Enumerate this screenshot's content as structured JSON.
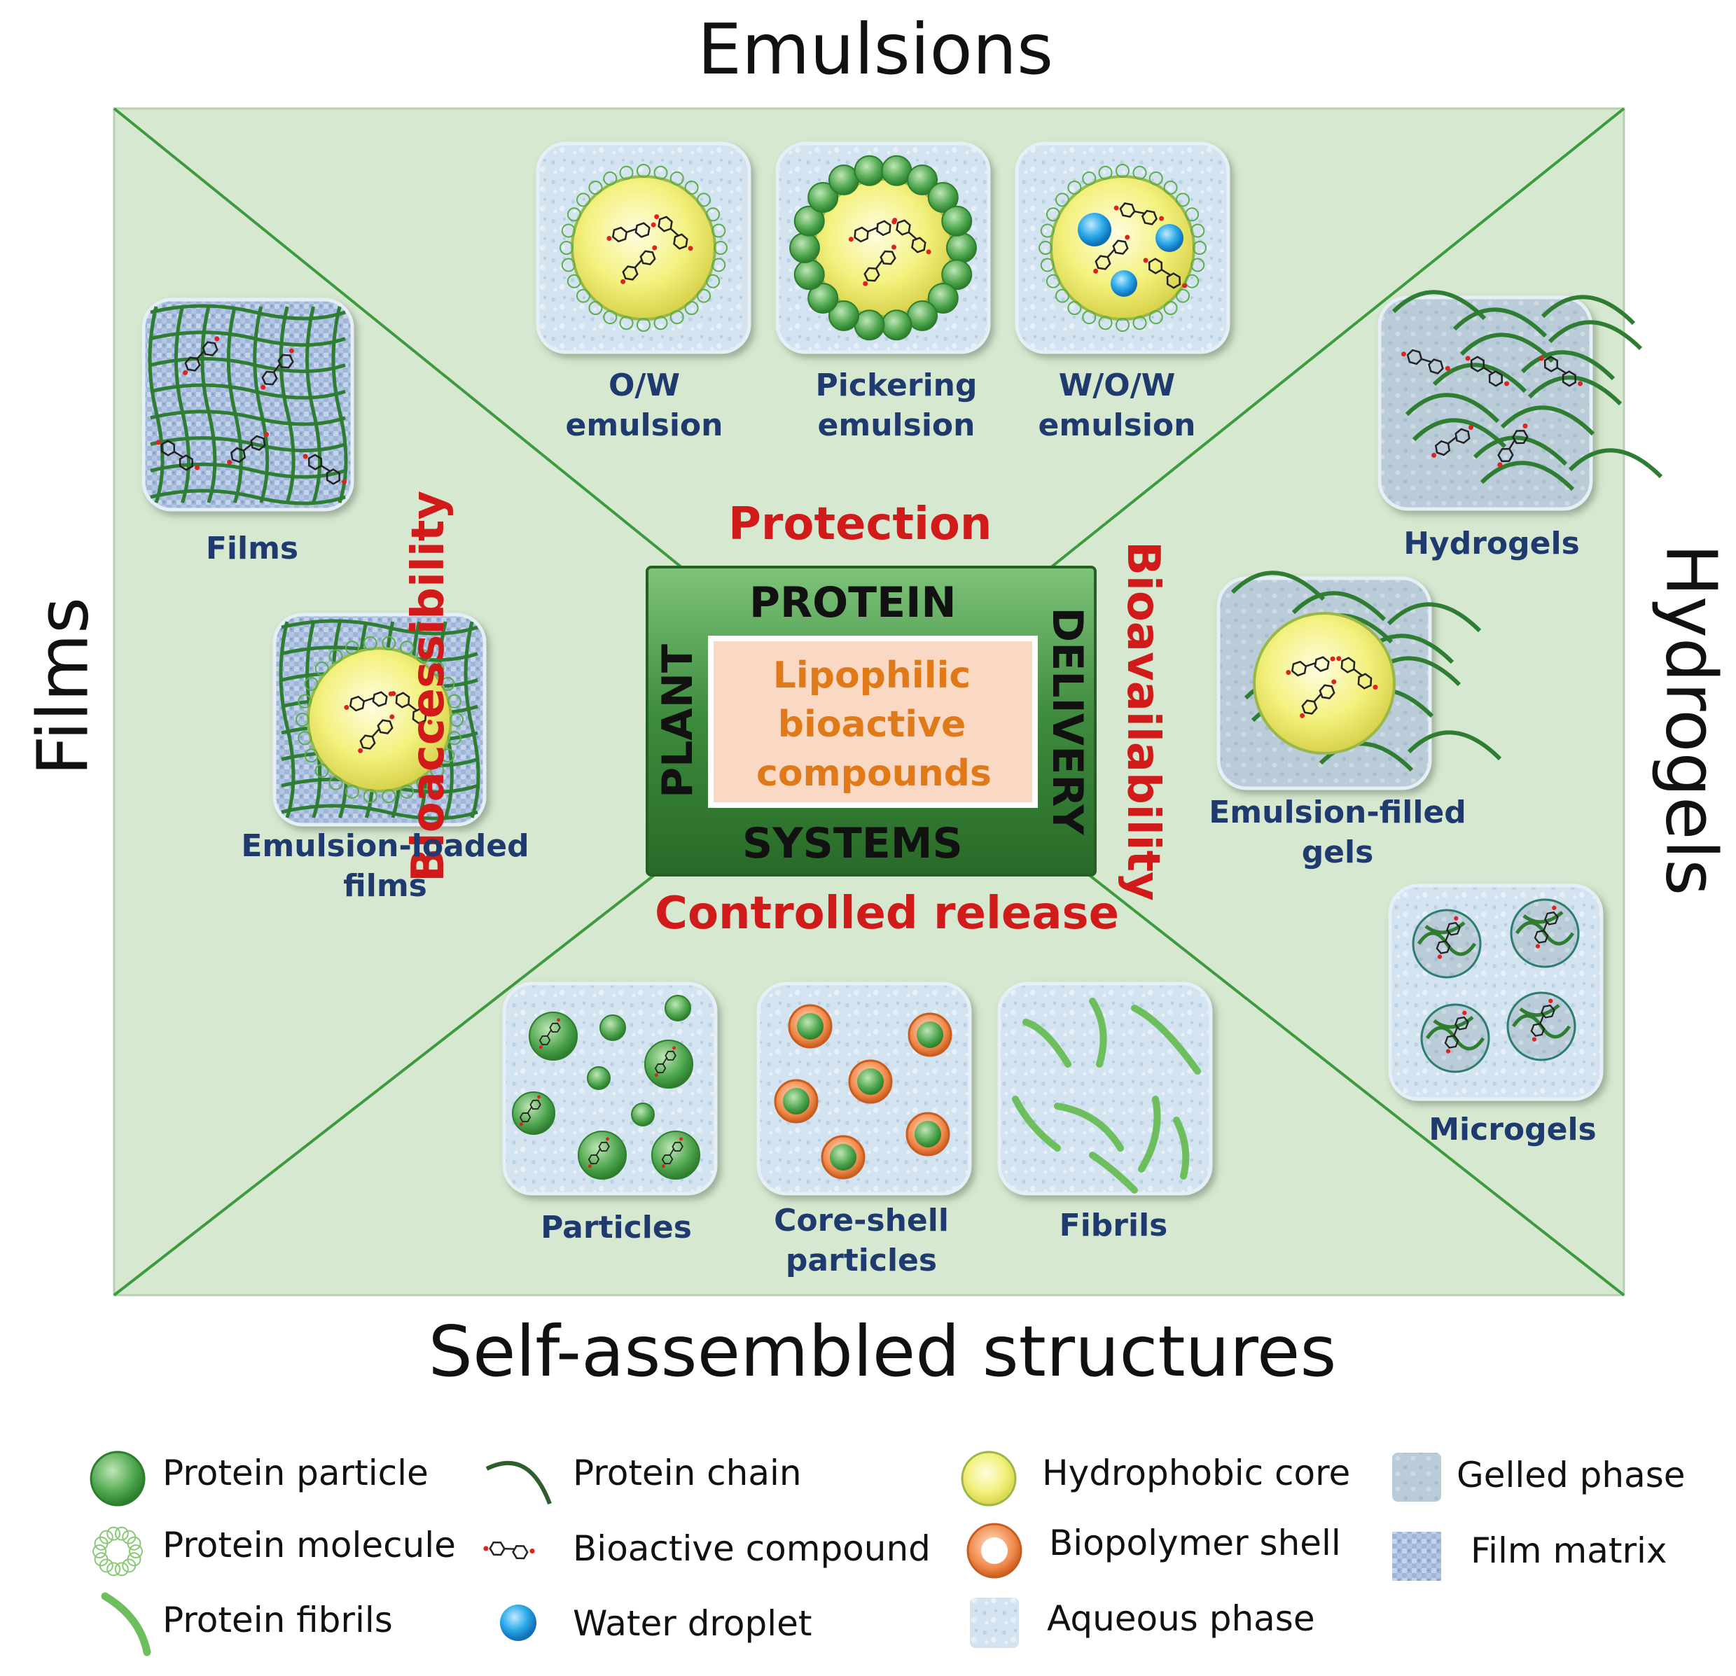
{
  "sides": {
    "top": "Emulsions",
    "left": "Films",
    "right": "Hydrogels",
    "bottom": "Self-assembled structures"
  },
  "center": {
    "frame_top": "PROTEIN",
    "frame_left": "PLANT",
    "frame_right": "DELIVERY",
    "frame_bottom": "SYSTEMS",
    "core_lines": [
      "Lipophilic",
      "bioactive",
      "compounds"
    ],
    "outer_top": "Protection",
    "outer_left": "Bioaccessibility",
    "outer_right": "Bioavailability",
    "outer_bottom": "Controlled release"
  },
  "structures": {
    "ow": [
      "O/W",
      "emulsion"
    ],
    "pickering": [
      "Pickering",
      "emulsion"
    ],
    "wow": [
      "W/O/W",
      "emulsion"
    ],
    "films": [
      "Films"
    ],
    "emulsion_films": [
      "Emulsion-loaded",
      "films"
    ],
    "hydrogels": [
      "Hydrogels"
    ],
    "emulsion_gels": [
      "Emulsion-filled",
      "gels"
    ],
    "microgels": [
      "Microgels"
    ],
    "particles": [
      "Particles"
    ],
    "core_shell": [
      "Core-shell",
      "particles"
    ],
    "fibrils": [
      "Fibrils"
    ]
  },
  "legend": [
    {
      "icon": "protein-particle-icon",
      "label": "Protein particle"
    },
    {
      "icon": "protein-chain-icon",
      "label": "Protein chain"
    },
    {
      "icon": "hydrophobic-core-icon",
      "label": "Hydrophobic core"
    },
    {
      "icon": "gelled-phase-icon",
      "label": "Gelled phase"
    },
    {
      "icon": "protein-molecule-icon",
      "label": "Protein molecule"
    },
    {
      "icon": "bioactive-compound-icon",
      "label": "Bioactive compound"
    },
    {
      "icon": "biopolymer-shell-icon",
      "label": "Biopolymer shell"
    },
    {
      "icon": "film-matrix-icon",
      "label": "Film matrix"
    },
    {
      "icon": "protein-fibrils-icon",
      "label": "Protein fibrils"
    },
    {
      "icon": "water-droplet-icon",
      "label": "Water droplet"
    },
    {
      "icon": "aqueous-phase-icon",
      "label": "Aqueous phase"
    }
  ],
  "colors": {
    "panel_bg": "#d6e8cf",
    "panel_line": "#3e9a3e",
    "frame_green": "#3d8a3d",
    "core_bg": "#f9d8c4",
    "red_text": "#d11a1a",
    "label_blue": "#1f3a6e",
    "core_orange": "#e07a18",
    "aqueous": "#cfe0ee",
    "yellow_core": "#f3f17e",
    "water_blue": "#2aa9e8",
    "shell_orange": "#f08a4b",
    "green_particle": "#4fa74f"
  }
}
